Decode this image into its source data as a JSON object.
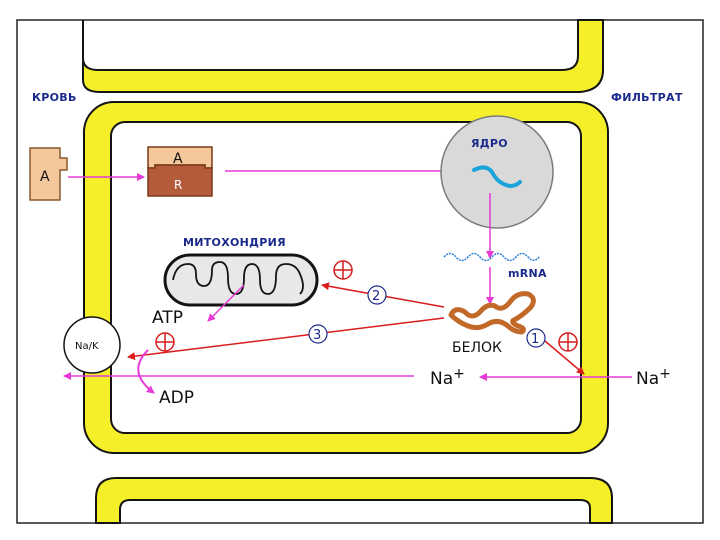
{
  "labels": {
    "blood": "КРОВЬ",
    "filtrate": "ФИЛЬТРАТ",
    "nucleus": "ЯДРО",
    "mitochondria": "МИТОХОНДРИЯ",
    "mrna": "mRNA",
    "protein": "БЕЛОК",
    "atp": "ATP",
    "adp": "ADP",
    "pump": "Na/K",
    "hormone": "A",
    "receptor_top": "A",
    "receptor_bottom": "R",
    "na_inside": "Na",
    "na_outside": "Na",
    "na_charge": "+"
  },
  "steps": [
    "1",
    "2",
    "3"
  ],
  "colors": {
    "membrane": "#f5ef2a",
    "membrane_outline": "#141414",
    "arrow_magenta": "#e83ad8",
    "arrow_red": "#d91c1c",
    "nucleus_fill": "#d9d9d9",
    "dna": "#19a3d9",
    "mrna": "#2b7fd6",
    "protein": "#c2692a",
    "hormone_fill": "#f4c79d",
    "receptor_fill": "#b35b3a",
    "label_blue": "#1b2a8a"
  },
  "icons": {
    "plus_circle": "plus-circle-icon",
    "step_circle": "numbered-circle-icon"
  }
}
